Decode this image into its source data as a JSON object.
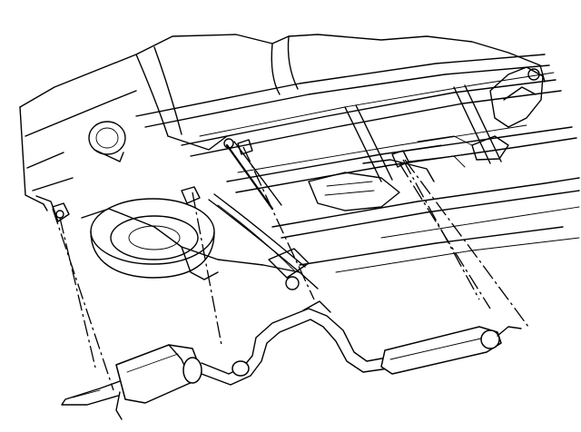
{
  "diagram": {
    "style": "line-art",
    "stroke_color": "#000000",
    "background_color": "#ffffff",
    "parts": [
      "vehicle-underbody",
      "spare-tire",
      "fuel-filler-neck",
      "rear-shock-absorber",
      "leaf-spring",
      "exhaust-hanger",
      "muffler",
      "resonator",
      "tailpipe",
      "intermediate-pipe",
      "rear-hitch-bracket"
    ]
  }
}
